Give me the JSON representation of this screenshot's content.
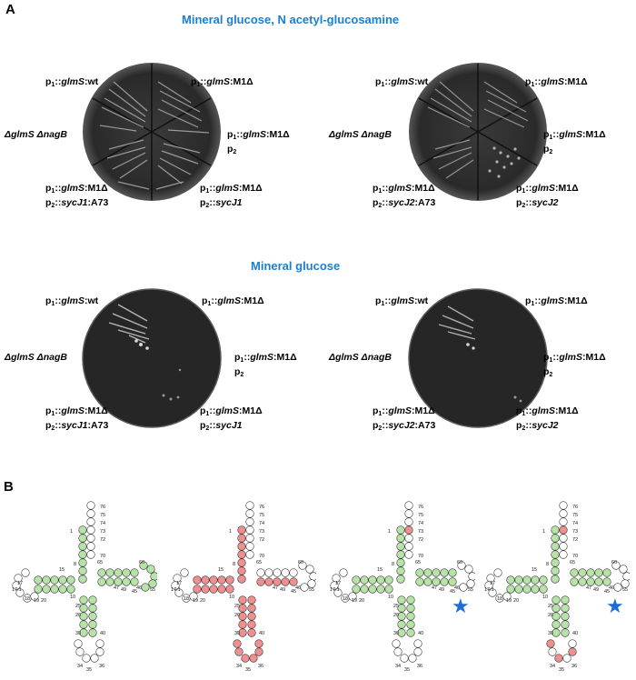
{
  "panel_a": {
    "letter": "A"
  },
  "panel_b": {
    "letter": "B"
  },
  "headings": {
    "top": "Mineral glucose, N acetyl-glucosamine",
    "bottom": "Mineral glucose"
  },
  "labels": {
    "wt": "p₁::glmS:wt",
    "m1": "p₁::glmS:M1Δ",
    "strain": "ΔglmS ΔnagB",
    "m1_p2_a": "p₁::glmS:M1Δ",
    "m1_p2_b": "p₂",
    "j1_a73_a": "p₁::glmS:M1Δ",
    "j1_a73_b": "p₂::sycJ1:A73",
    "j1_a": "p₁::glmS:M1Δ",
    "j1_b": "p₂::sycJ1",
    "j2_a73_b": "p₂::sycJ2:A73",
    "j2_b": "p₂::sycJ2"
  },
  "trna_numbers": [
    "76",
    "75",
    "74",
    "73",
    "72",
    "1",
    "70",
    "65",
    "60",
    "15",
    "10",
    "8",
    "17",
    "17.1",
    "18",
    "19",
    "20",
    "25",
    "26",
    "30",
    "35",
    "34",
    "36",
    "40",
    "45",
    "46",
    "55",
    "49",
    "47"
  ],
  "colors": {
    "heading": "#1a7fd0",
    "green": "#b8e3a8",
    "red": "#ef8f8f",
    "star": "#1c6fd1"
  }
}
